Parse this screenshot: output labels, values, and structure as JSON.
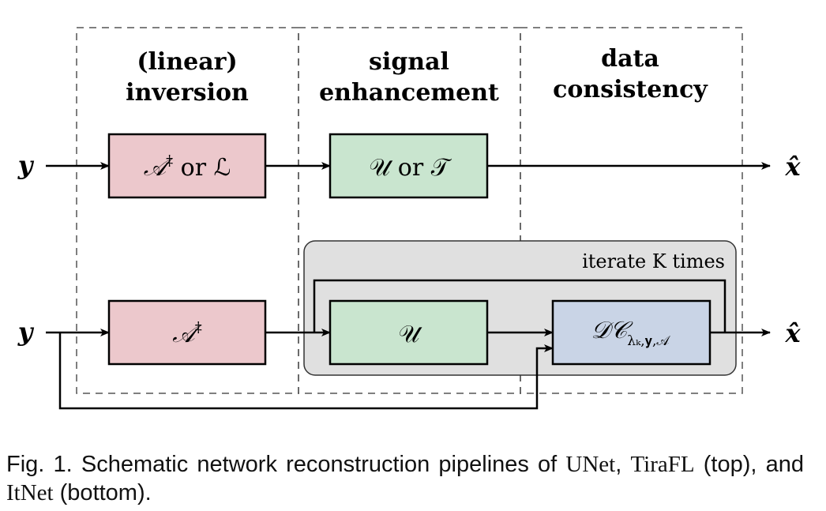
{
  "stages": [
    {
      "line1": "(linear)",
      "line2": "inversion"
    },
    {
      "line1": "signal",
      "line2": "enhancement"
    },
    {
      "line1": "data",
      "line2": "consistency"
    }
  ],
  "top_pipeline": {
    "input": "y",
    "block1": {
      "main": "𝒜",
      "sup": "‡",
      "rest": " or ℒ"
    },
    "block2": "𝒰 or 𝒯",
    "output": "x̂"
  },
  "bottom_pipeline": {
    "input": "y",
    "block1": {
      "main": "𝒜",
      "sup": "‡"
    },
    "block2": "𝒰",
    "block3": {
      "main": "𝒟𝒞",
      "sub": "λₖ,𝐲,𝒜"
    },
    "iterate_label": "iterate K times",
    "output": "x̂"
  },
  "caption": {
    "prefix": "Fig. 1. Schematic network reconstruction pipelines of ",
    "m1": "UNet",
    "sep1": ", ",
    "m2": "TiraFL",
    "mid": " (top), and ",
    "m3": "ItNet",
    "suffix": " (bottom)."
  },
  "colors": {
    "inversion_fill": "#ecc8cc",
    "enhancement_fill": "#c9e5cf",
    "consistency_fill": "#c9d4e6",
    "iterate_fill": "#e0e0e0"
  }
}
